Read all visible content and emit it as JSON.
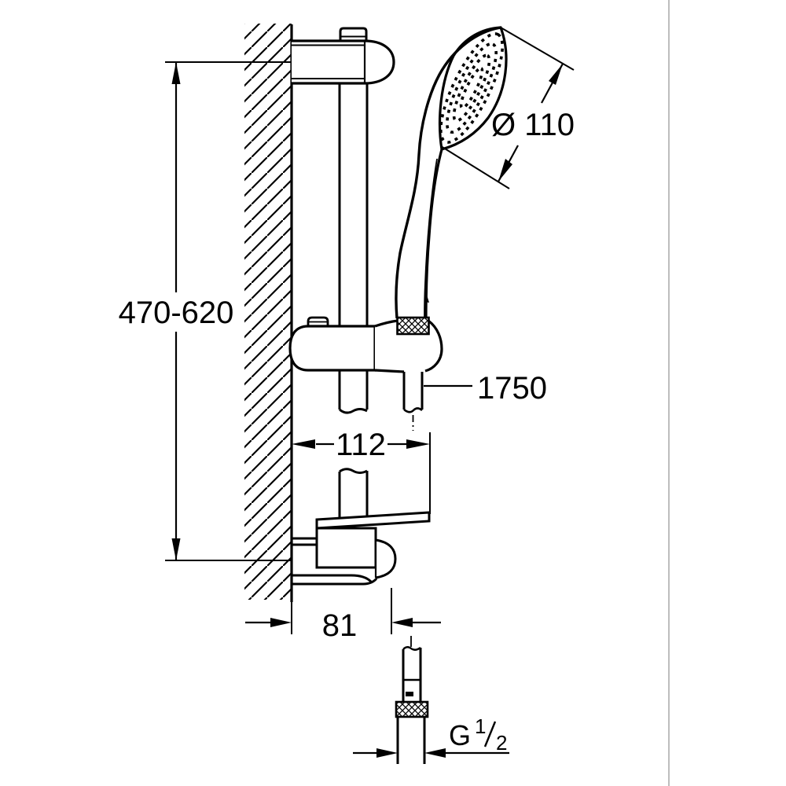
{
  "page": {
    "background": "#ffffff",
    "line_color": "#000000",
    "divider_color": "#bdbdbd"
  },
  "drawing": {
    "kind": "technical dimension drawing",
    "subject": "wall-mounted shower rail set with hand shower, slider holder, soap tray and shower hose"
  },
  "labels": {
    "rail_height": "470-620",
    "head_diameter": "Ø 110",
    "hose_length": "1750",
    "overall_depth": "112",
    "bracket_depth": "81",
    "thread_g": "G",
    "thread_num": "1",
    "thread_den": "2"
  }
}
